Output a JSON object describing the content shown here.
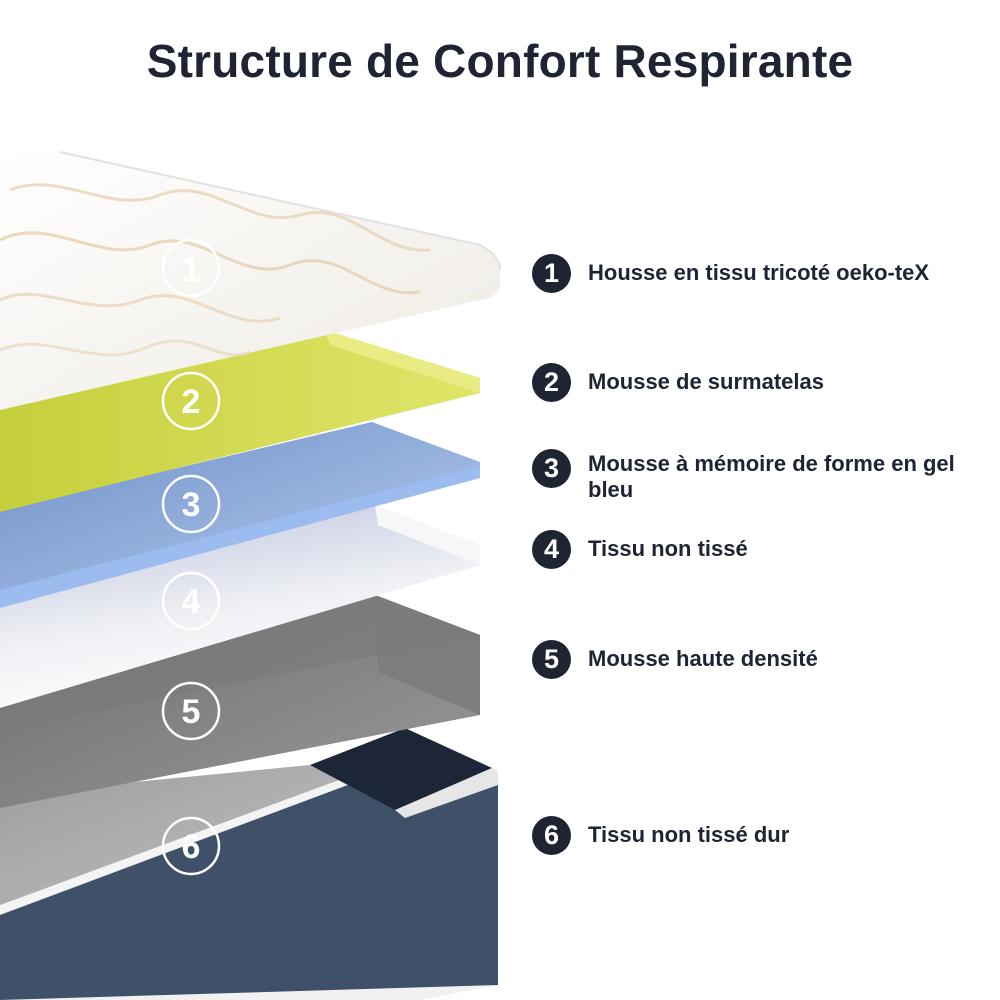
{
  "title": "Structure de Confort Respirante",
  "layers": [
    {
      "number": "1",
      "label": "Housse en tissu tricoté oeko-teX",
      "color": "#f4f1ea"
    },
    {
      "number": "2",
      "label": "Mousse de surmatelas",
      "color": "#d2d84a"
    },
    {
      "number": "3",
      "label": "Mousse à mémoire de forme en gel bleu",
      "color": "#8fb1e2"
    },
    {
      "number": "4",
      "label": "Tissu non tissé",
      "color": "#eeeff3"
    },
    {
      "number": "5",
      "label": "Mousse haute densité",
      "color": "#8a8a8a"
    },
    {
      "number": "6",
      "label": "Tissu non tissé dur",
      "color": "#44556b"
    }
  ],
  "colors": {
    "text": "#1f2433",
    "badge": "#1f2433",
    "base_side": "#3e4f68"
  }
}
